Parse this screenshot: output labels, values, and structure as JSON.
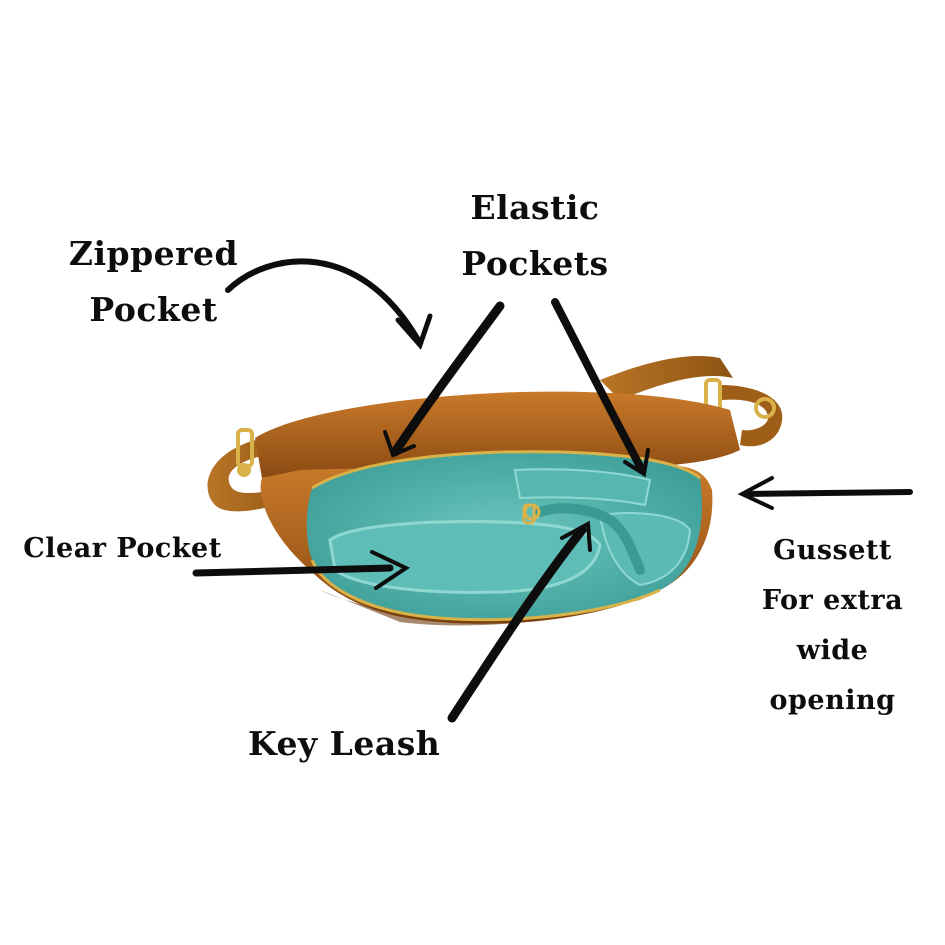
{
  "callouts": {
    "elastic_pockets": [
      "Elastic",
      "Pockets"
    ],
    "zippered_pocket": [
      "Zippered",
      "Pocket"
    ],
    "clear_pocket": "Clear Pocket",
    "key_leash": "Key Leash",
    "gusset": [
      "Gussett",
      "For extra",
      "wide",
      "opening"
    ]
  },
  "colors": {
    "bag_leather": "#b5681f",
    "bag_leather_dark": "#7f4410",
    "strap": "#a8651c",
    "lining_teal": "#4fb3ad",
    "lining_teal_light": "#7fd0c9",
    "hardware_gold": "#d9b24a",
    "ink": "#0d0d0d"
  }
}
